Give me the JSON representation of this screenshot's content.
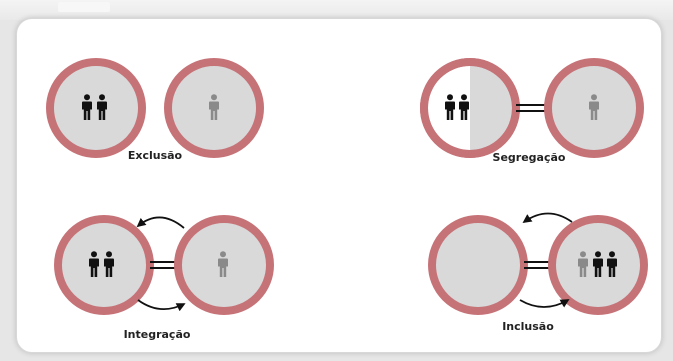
{
  "panels": {
    "exclusion": {
      "label": "Exclusão"
    },
    "segregation": {
      "label": "Segregação"
    },
    "integration": {
      "label": "Integração"
    },
    "inclusion": {
      "label": "Inclusão"
    }
  },
  "colors": {
    "ring": "#c67378",
    "fill": "#d9d9d9",
    "majority_figure": "#111111",
    "minority_figure": "#8a8a8a"
  },
  "icons": [
    "person-icon",
    "arrow-icon"
  ]
}
